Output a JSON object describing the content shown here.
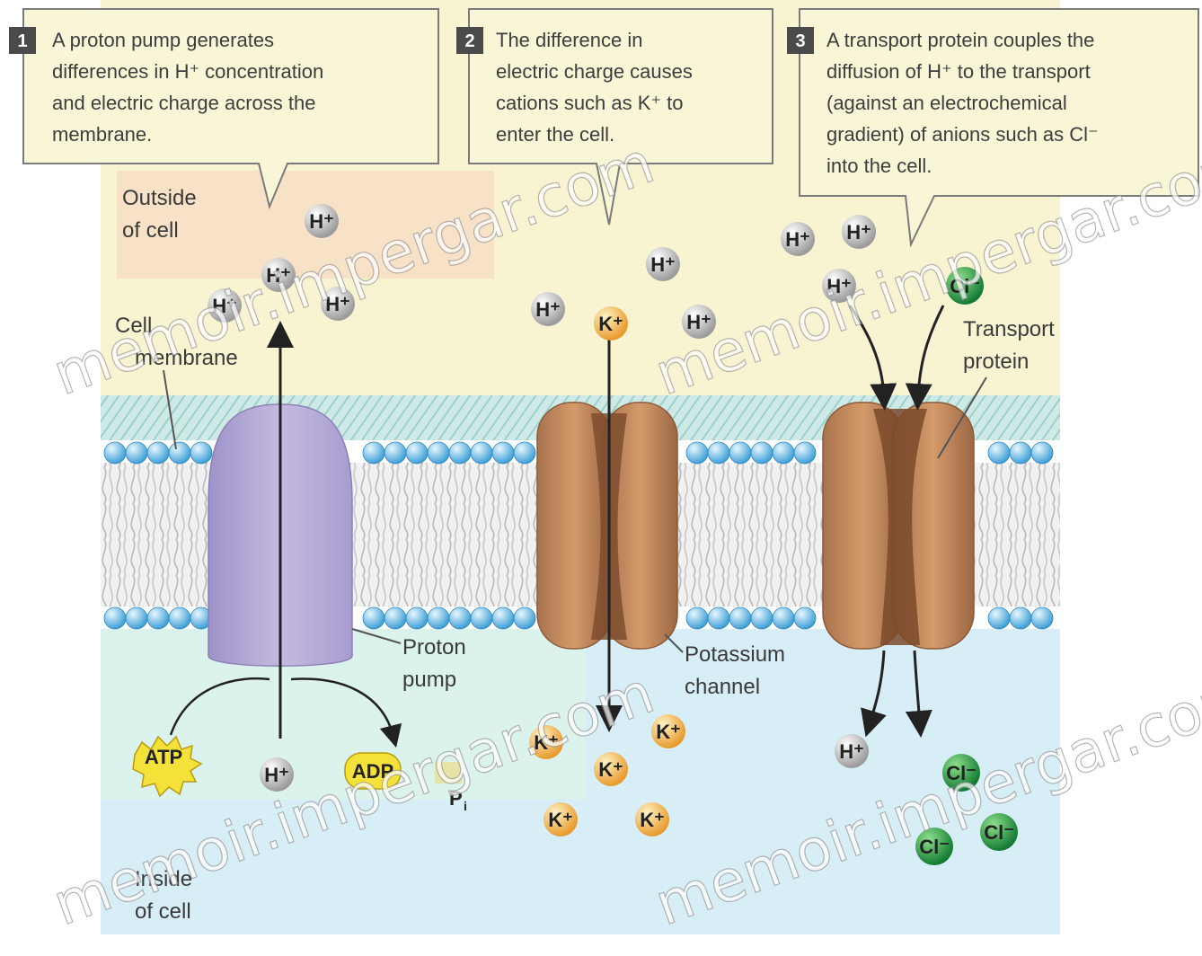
{
  "callouts": [
    {
      "number": "1",
      "lines": [
        "A proton pump generates",
        "differences in H⁺ concentration",
        "and electric charge across the",
        "membrane."
      ]
    },
    {
      "number": "2",
      "lines": [
        "The difference in",
        "electric charge causes",
        "cations such as K⁺ to",
        "enter the cell."
      ]
    },
    {
      "number": "3",
      "lines": [
        "A transport protein couples the",
        "diffusion of H⁺ to the transport",
        "(against an electrochemical",
        "gradient) of anions such as Cl⁻",
        "into the cell."
      ]
    }
  ],
  "labels": {
    "outside_line1": "Outside",
    "outside_line2": "of cell",
    "membrane_line1": "Cell",
    "membrane_line2": "membrane",
    "proton_pump_line1": "Proton",
    "proton_pump_line2": "pump",
    "potassium_channel_line1": "Potassium",
    "potassium_channel_line2": "channel",
    "transport_protein_line1": "Transport",
    "transport_protein_line2": "protein",
    "inside_line1": "Inside",
    "inside_line2": "of cell"
  },
  "ions": {
    "h": "H⁺",
    "k": "K⁺",
    "cl": "Cl⁻",
    "atp": "ATP",
    "adp": "ADP",
    "pi": "P",
    "pi_sub": "i"
  },
  "watermark": "memoir.impergar.com",
  "colors": {
    "outside": "#f8f4d2",
    "inside": "#d8eef6",
    "pump": "#b3a8d8",
    "channel": "#c2895e",
    "h_ion": "#b5b5b5",
    "k_ion": "#f0b450",
    "cl_ion": "#2f9a4c",
    "atp": "#f4e23a"
  }
}
